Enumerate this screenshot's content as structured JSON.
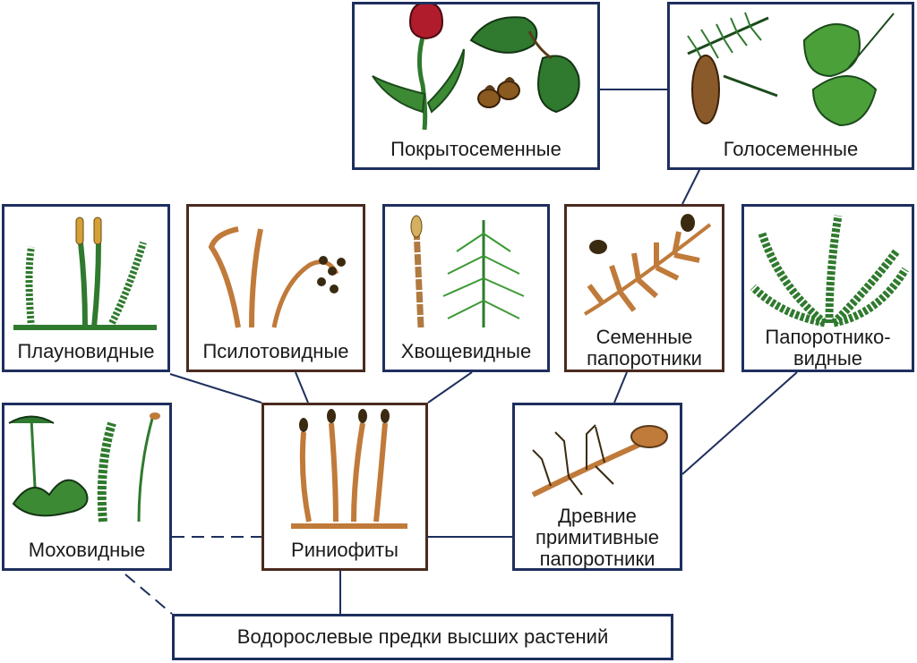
{
  "diagram": {
    "nodes": {
      "angiosperms": "Покрытосеменные",
      "gymnosperms": "Голосеменные",
      "lycophytes": "Плауновидные",
      "psilotophytes": "Псилотовидные",
      "horsetails": "Хвощевидные",
      "seed_ferns": [
        "Семенные",
        "папоротники"
      ],
      "ferns": [
        "Папоротнико-",
        "видные"
      ],
      "mosses": "Моховидные",
      "rhyniophytes": "Риниофиты",
      "ancient_ferns": [
        "Древние",
        "примитивные",
        "папоротники"
      ],
      "algal_ancestors": "Водорослевые предки высших растений"
    },
    "colors": {
      "frame_blue": "#1e2f5e",
      "frame_brown": "#4a2a1e",
      "line": "#1e2f5e",
      "plant_green": "#2f7a2e",
      "plant_brown": "#c07a3a",
      "tulip_red": "#b01c2c"
    }
  }
}
